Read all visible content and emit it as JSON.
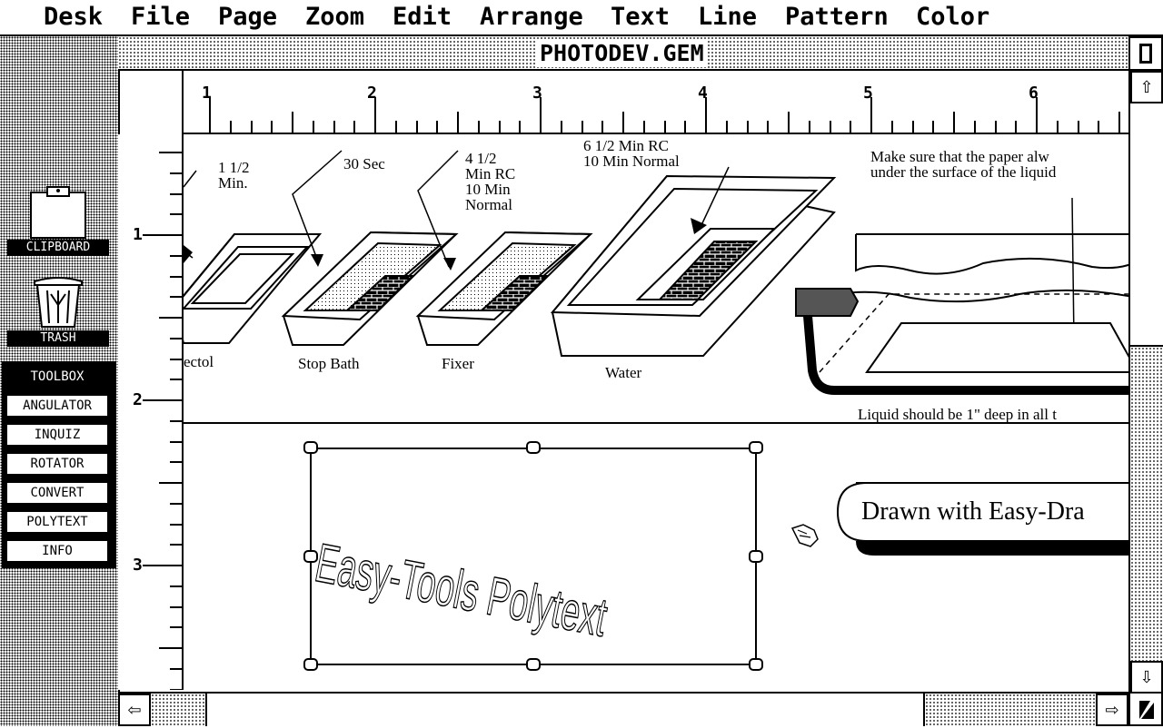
{
  "menubar": {
    "items": [
      "Desk",
      "File",
      "Page",
      "Zoom",
      "Edit",
      "Arrange",
      "Text",
      "Line",
      "Pattern",
      "Color"
    ]
  },
  "desktop": {
    "clipboard_label": "CLIPBOARD",
    "trash_label": "TRASH",
    "toolbox": {
      "items": [
        {
          "label": "TOOLBOX",
          "active": true
        },
        {
          "label": "ANGULATOR",
          "active": false
        },
        {
          "label": "INQUIZ",
          "active": false
        },
        {
          "label": "ROTATOR",
          "active": false
        },
        {
          "label": "CONVERT",
          "active": false
        },
        {
          "label": "POLYTEXT",
          "active": false
        },
        {
          "label": "INFO",
          "active": false
        }
      ]
    }
  },
  "window": {
    "title": "PHOTODEV.GEM",
    "ruler_h": [
      "1",
      "2",
      "3",
      "4",
      "5",
      "6"
    ],
    "ruler_v": [
      "1",
      "2",
      "3"
    ],
    "scroll_up_glyph": "⇧",
    "scroll_down_glyph": "⇩",
    "scroll_left_glyph": "⇦",
    "scroll_right_glyph": "⇨"
  },
  "drawing": {
    "developer_time": "1 1/2\nMin.",
    "developer_label": "ectol",
    "stop_time": "30 Sec",
    "stop_label": "Stop Bath",
    "fixer_time": "4 1/2\nMin RC\n10 Min\nNormal",
    "fixer_label": "Fixer",
    "water_time": "6 1/2 Min RC\n10 Min Normal",
    "water_label": "Water",
    "note_top": "Make sure that the paper alw\nunder the surface of the liquid",
    "note_bottom": "Liquid should be 1\" deep in all t",
    "polytext": "Easy-Tools Polytext",
    "banner": "Drawn with Easy-Dra"
  }
}
